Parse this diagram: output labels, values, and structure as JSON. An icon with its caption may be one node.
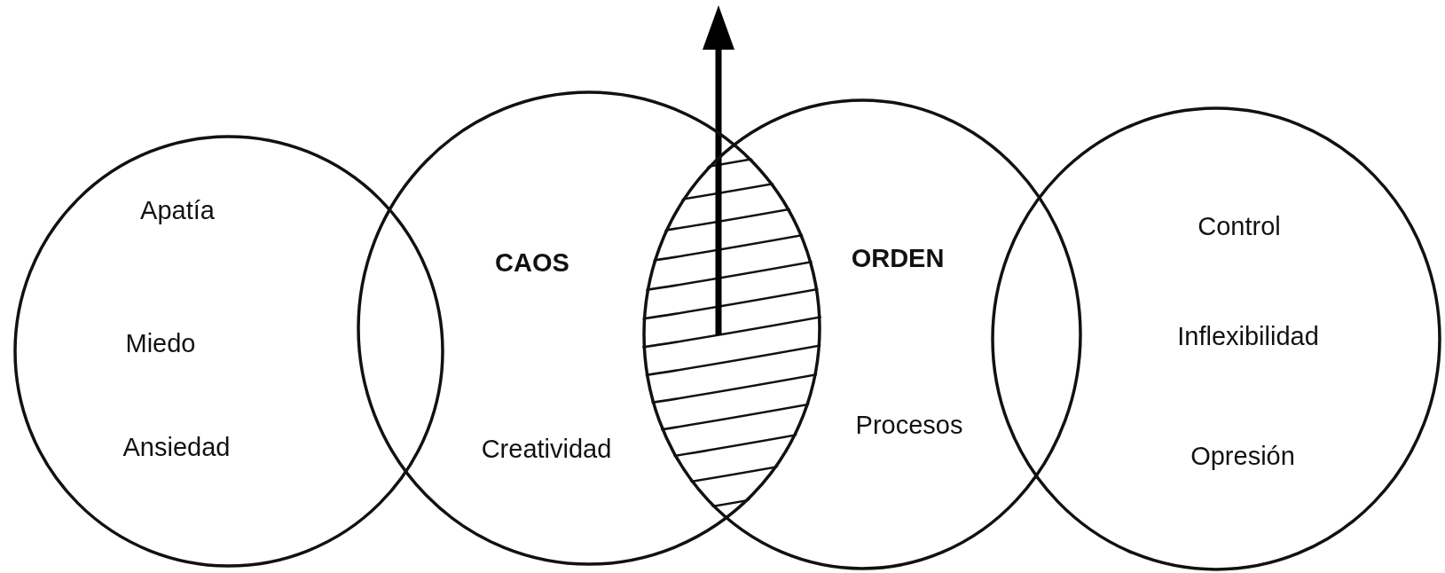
{
  "diagram": {
    "nodes": [
      {
        "text": [
          "Apatía",
          "Miedo",
          "Ansiedad"
        ]
      },
      {
        "text": [
          "CAOS",
          "Creatividad"
        ]
      },
      {
        "text": [
          "ORDEN",
          "Procesos"
        ]
      },
      {
        "text": [
          "Control",
          "Inflexibilidad",
          "Opresión"
        ]
      }
    ]
  }
}
